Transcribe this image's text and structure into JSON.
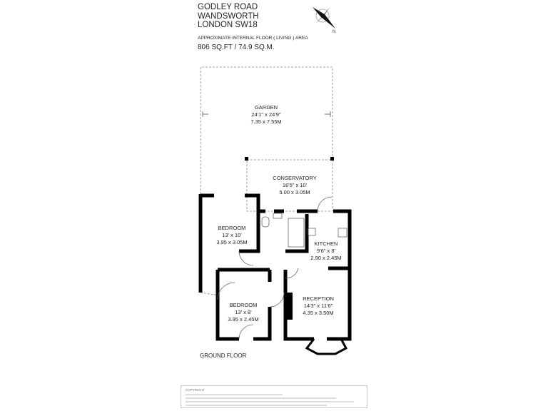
{
  "header": {
    "address_lines": [
      "GODLEY ROAD",
      "WANDSWORTH",
      "LONDON SW18"
    ],
    "area_label": "APPROXIMATE INTERNAL FLOOR ( LIVING ) AREA",
    "area_value": "806 SQ.FT / 74.9 SQ.M."
  },
  "compass": {
    "icon": "compass-north-icon",
    "label": "N"
  },
  "rooms": [
    {
      "name": "GARDEN",
      "imperial": "24'1\" x 24'9\"",
      "metric": "7.35 x 7.55M"
    },
    {
      "name": "CONSERVATORY",
      "imperial": "16'5\" x 10'",
      "metric": "5.00 x 3.05M"
    },
    {
      "name": "BEDROOM",
      "imperial": "13' x 10'",
      "metric": "3.95 x 3.05M"
    },
    {
      "name": "KITCHEN",
      "imperial": "9'6\" x 8'",
      "metric": "2.90 x 2.45M"
    },
    {
      "name": "BEDROOM",
      "imperial": "13' x 8'",
      "metric": "3.95 x 2.45M"
    },
    {
      "name": "RECEPTION",
      "imperial": "14'3\" x 11'6\"",
      "metric": "4.35 x 3.50M"
    }
  ],
  "floor_label": "GROUND FLOOR",
  "copyright": {
    "title": "COPYRIGHT"
  },
  "colors": {
    "wall": "#000000",
    "dashed": "#888888",
    "text": "#222222"
  }
}
